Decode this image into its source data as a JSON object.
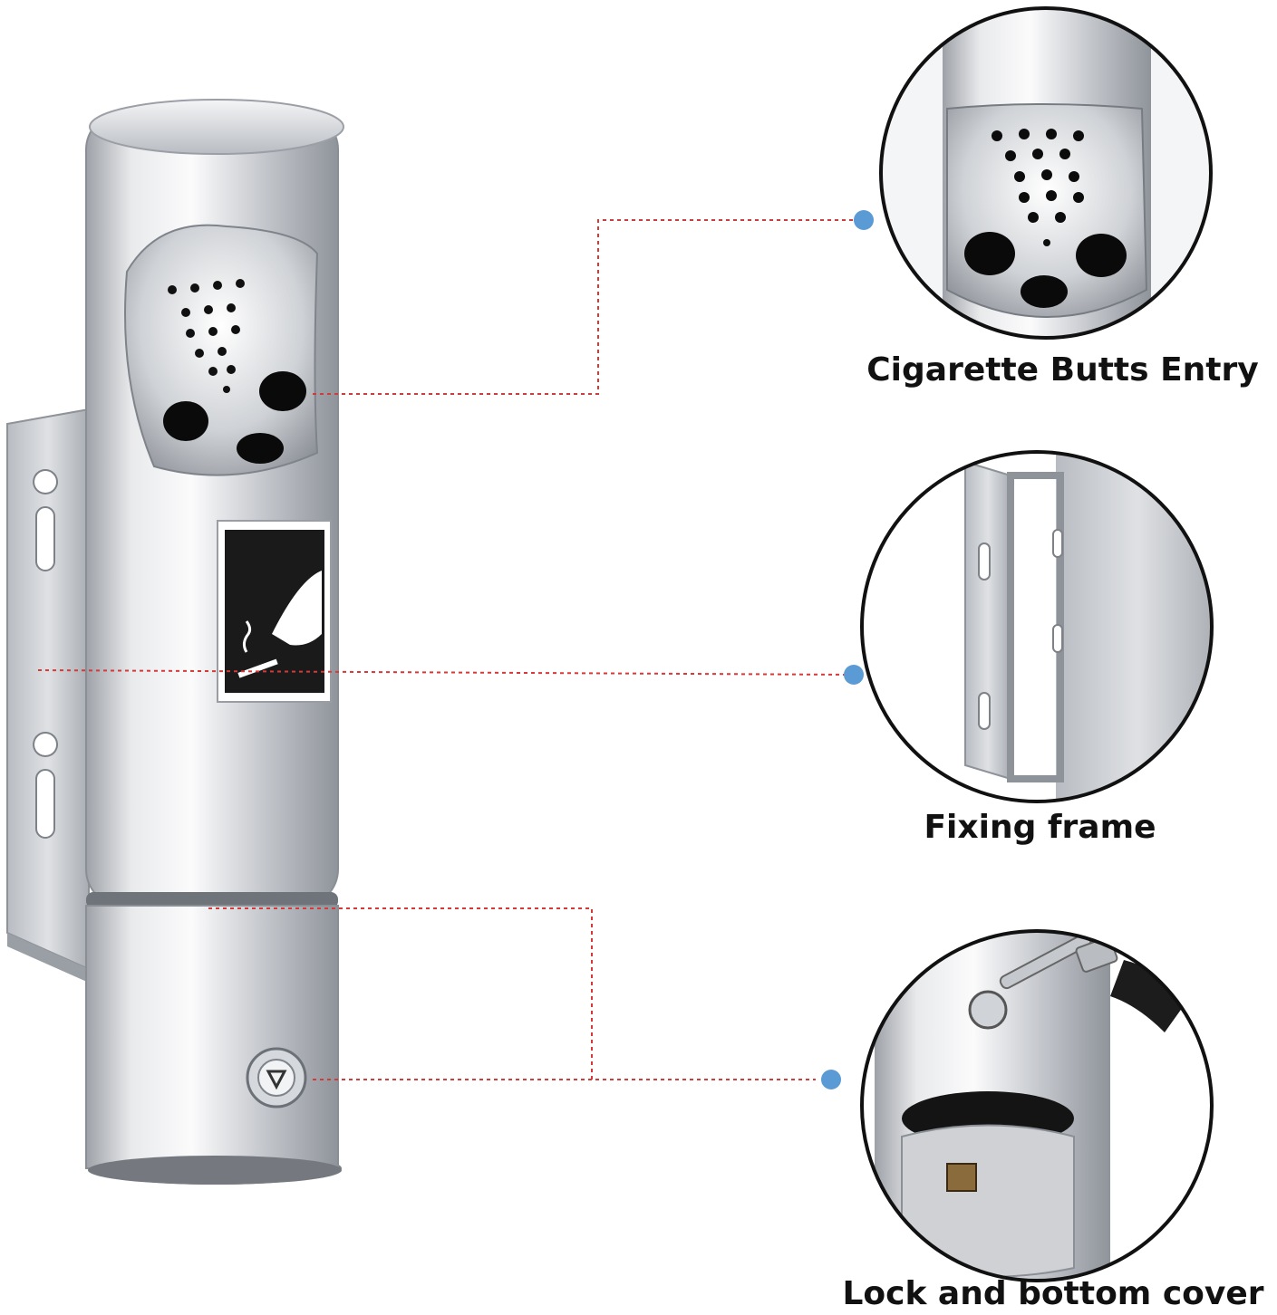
{
  "product": {
    "name_icon": "wall-mounted-cigarette-ashtray",
    "sticker_icon": "hand-dropping-cigarette-icon"
  },
  "callouts": [
    {
      "id": "cigarette-butts-entry",
      "label": "Cigarette Butts Entry",
      "icon": "perforated-ash-plate"
    },
    {
      "id": "fixing-frame",
      "label": "Fixing frame",
      "icon": "wall-bracket"
    },
    {
      "id": "lock-and-bottom-cover",
      "label": "Lock and bottom cover",
      "icon": "key-lock"
    }
  ],
  "colors": {
    "background": "#ffffff",
    "leader_line": "#d33a3a",
    "anchor_dot": "#5b9bd5",
    "label_text": "#111111",
    "steel_light": "#f2f3f5",
    "steel_mid": "#c9ccd1",
    "steel_dark": "#8c9097",
    "hole": "#0a0a0a"
  }
}
